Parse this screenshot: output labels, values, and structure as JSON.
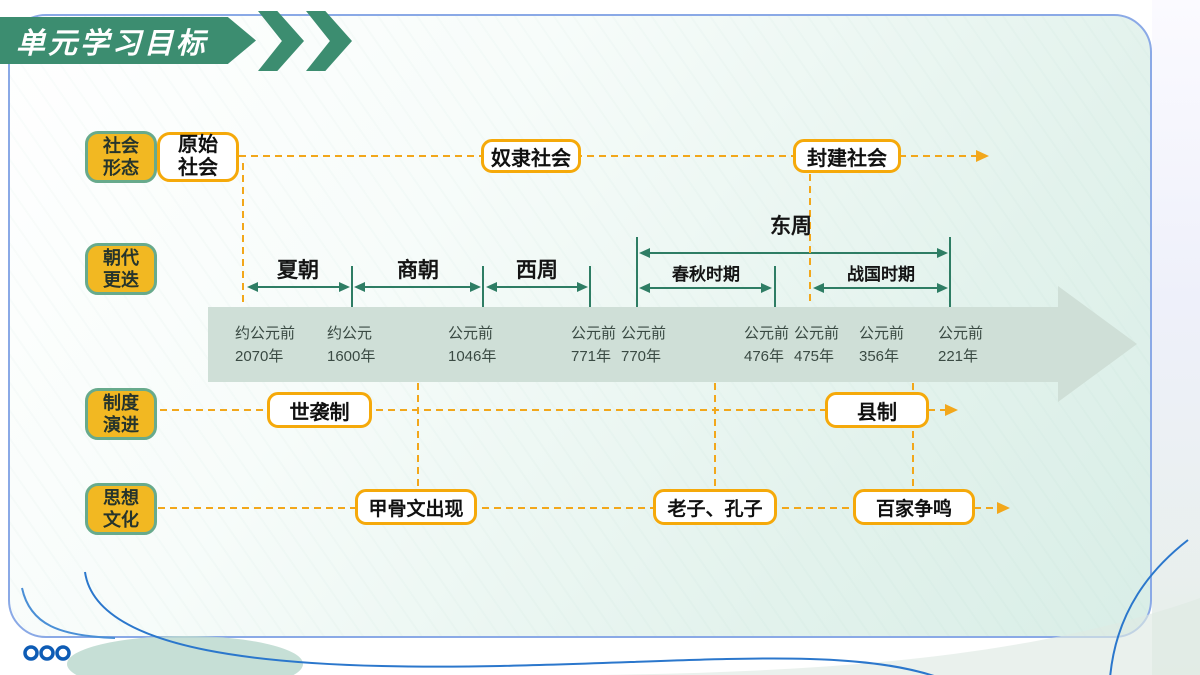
{
  "title": {
    "text": "单元学习目标"
  },
  "row_labels": {
    "social_form": "社会\n形态",
    "dynasty_change": "朝代\n更迭",
    "institution_evolution": "制度\n演进",
    "thought_culture": "思想\n文化"
  },
  "social_stages": {
    "primitive": "原始\n社会",
    "slave": "奴隶社会",
    "feudal": "封建社会"
  },
  "dynasties": {
    "xia": "夏朝",
    "shang": "商朝",
    "western_zhou": "西周",
    "eastern_zhou": "东周",
    "spring_autumn": "春秋时期",
    "warring_states": "战国时期"
  },
  "timeline_dates": [
    "约公元前\n2070年",
    "约公元\n1600年",
    "公元前\n1046年",
    "公元前\n771年",
    "公元前\n770年",
    "公元前\n476年",
    "公元前\n475年",
    "公元前\n356年",
    "公元前\n221年"
  ],
  "institutions": {
    "hereditary_system": "世袭制",
    "county_system": "县制"
  },
  "culture_events": {
    "oracle_bone_script": "甲骨文出现",
    "laozi_confucius": "老子、孔子",
    "hundred_schools": "百家争鸣"
  },
  "colors": {
    "banner_green": "#3c8d70",
    "measure_line_green": "#2e7d64",
    "dashed_connector_yellow": "#f2a71b",
    "box_border_yellow": "#f5a90a",
    "label_fill_yellow": "#f2b822",
    "label_border_green": "#68aa8c",
    "timeline_arrow_fill": "#cfdfd7",
    "card_border_blue": "#8aa9e6",
    "decor_curve_blue": "#2b77cc"
  }
}
